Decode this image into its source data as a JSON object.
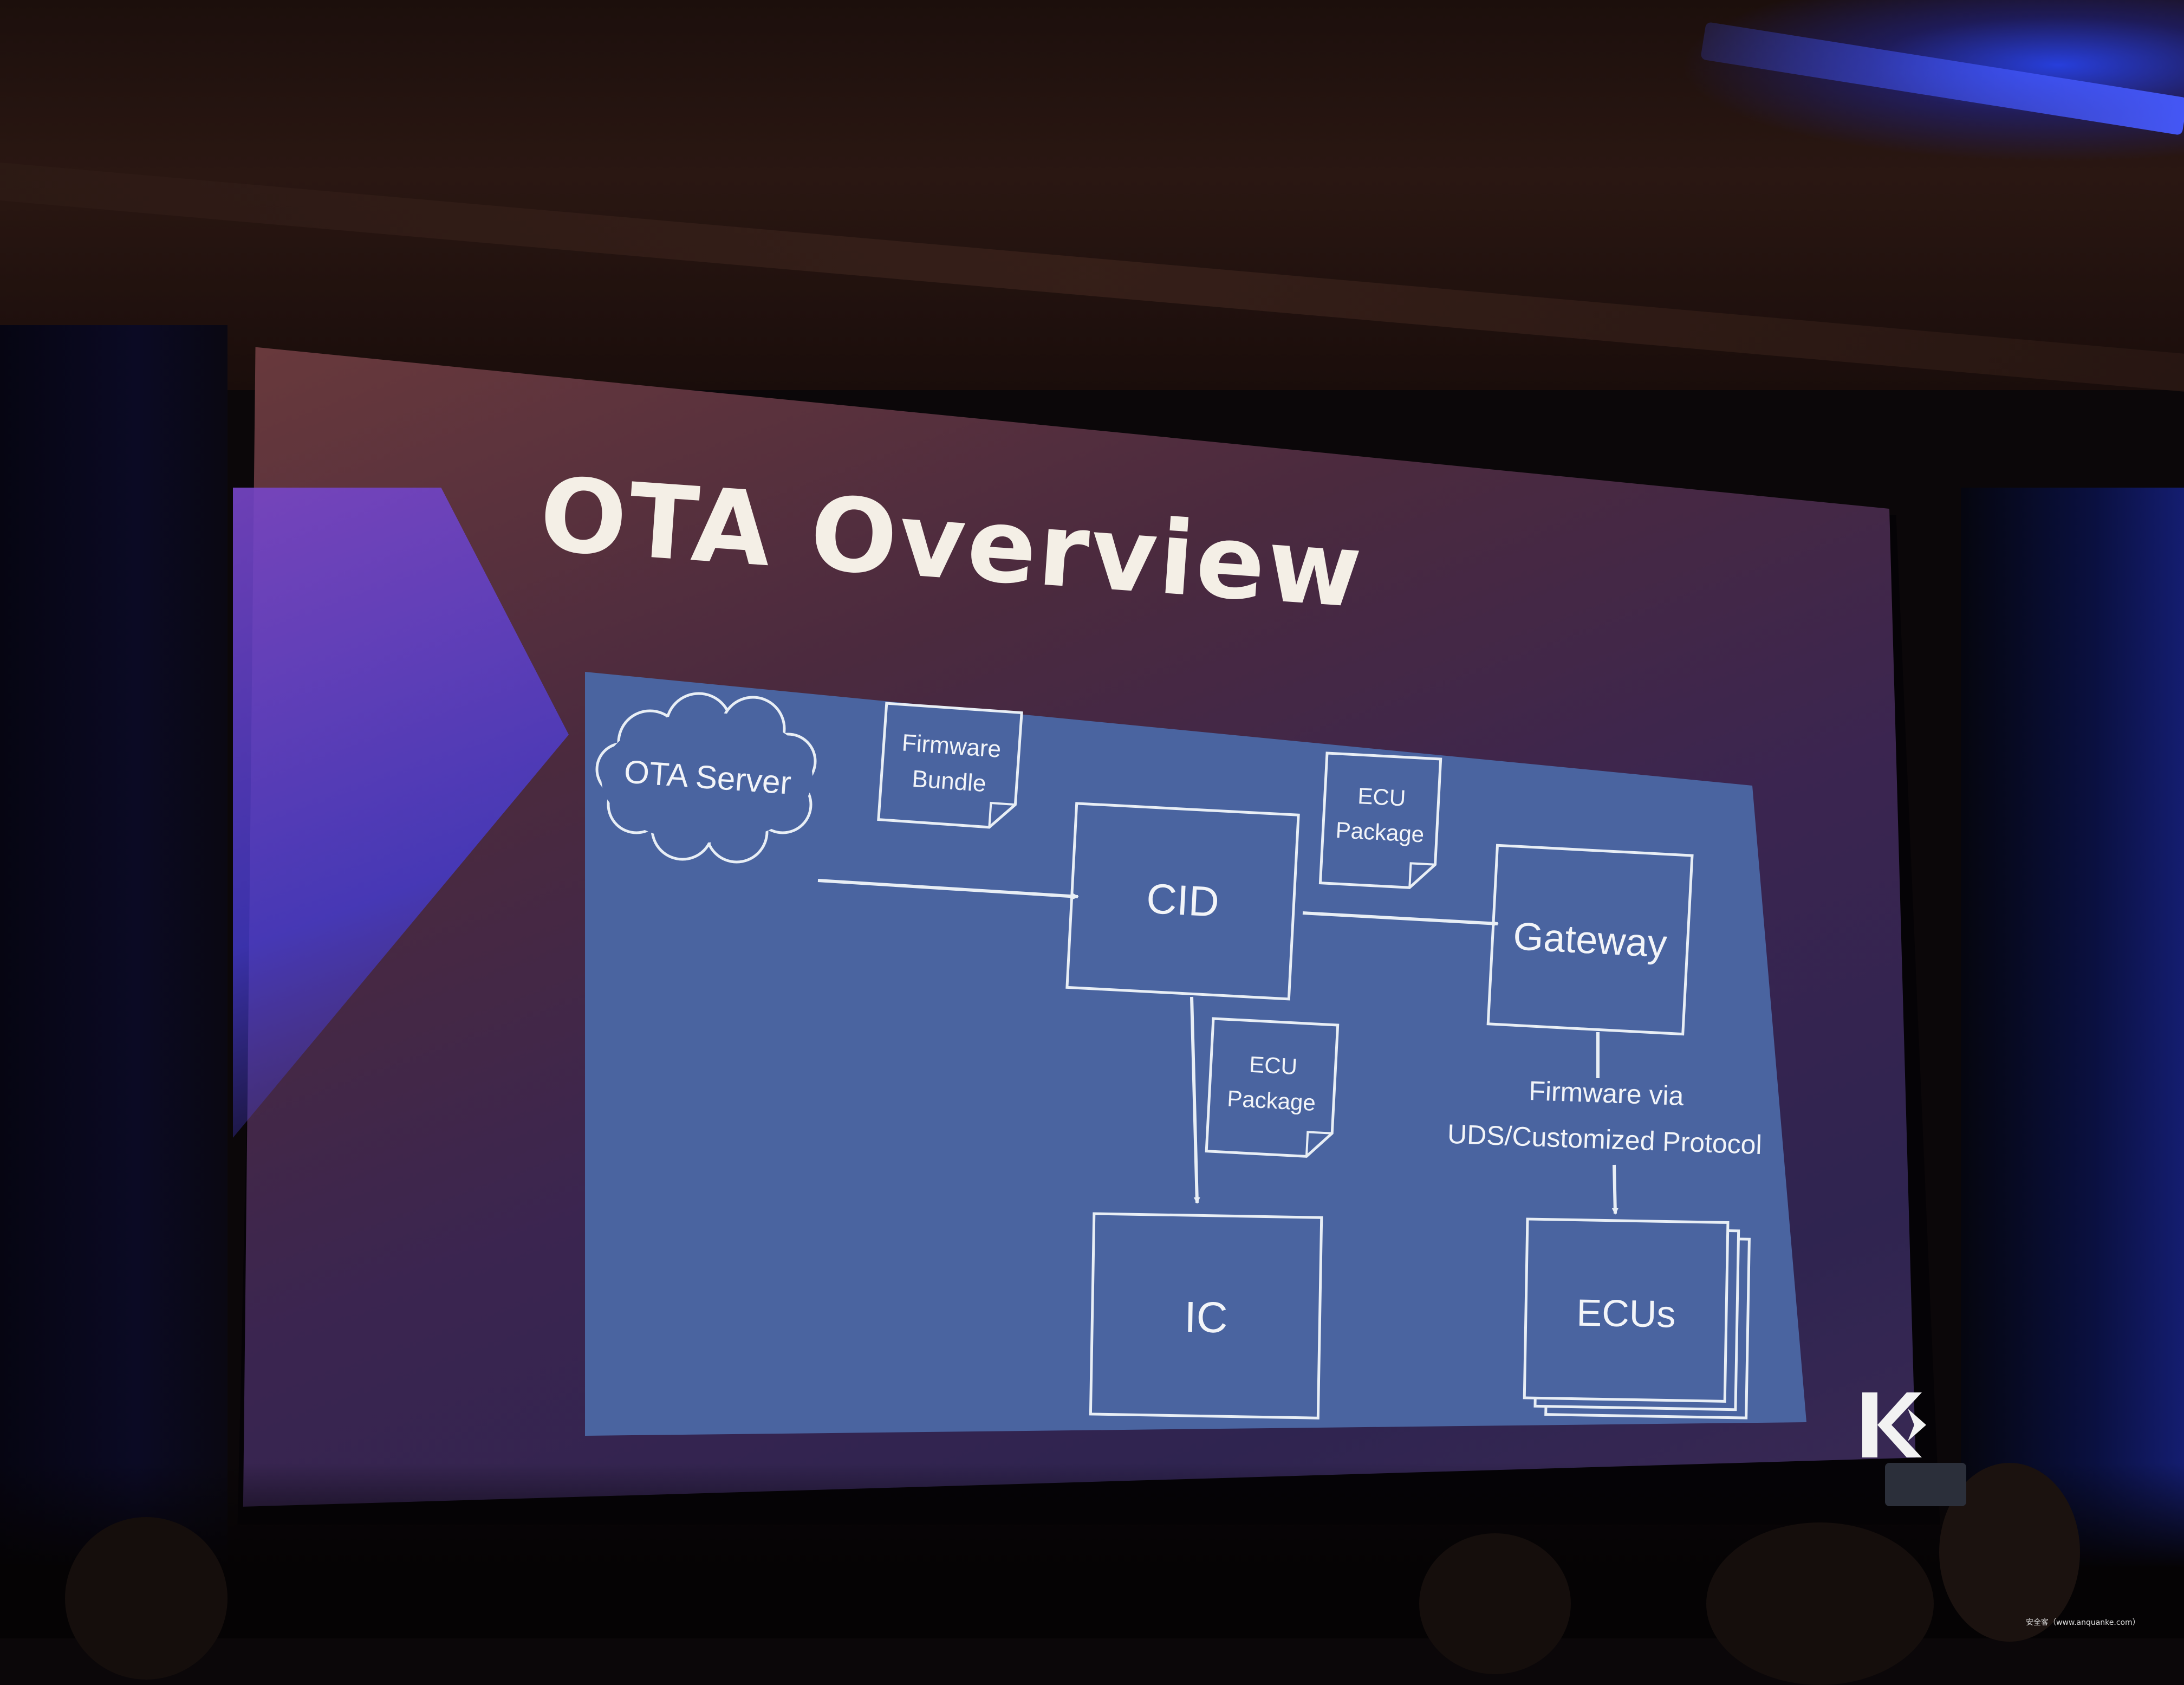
{
  "slide": {
    "title": "OTA Overview"
  },
  "diagram": {
    "nodes": {
      "ota_server": "OTA Server",
      "cid": "CID",
      "gateway": "Gateway",
      "ic": "IC",
      "ecus": "ECUs"
    },
    "documents": {
      "firmware_bundle": [
        "Firmware",
        "Bundle"
      ],
      "ecu_package_gateway": [
        "ECU",
        "Package"
      ],
      "ecu_package_ic": [
        "ECU",
        "Package"
      ]
    },
    "edge_label": [
      "Firmware via",
      "UDS/Customized Protocol"
    ]
  },
  "watermark": "安全客（www.anquanke.com）",
  "colors": {
    "panel": "#4a64a0",
    "line": "#e8eef5",
    "title": "#f4efe6"
  }
}
